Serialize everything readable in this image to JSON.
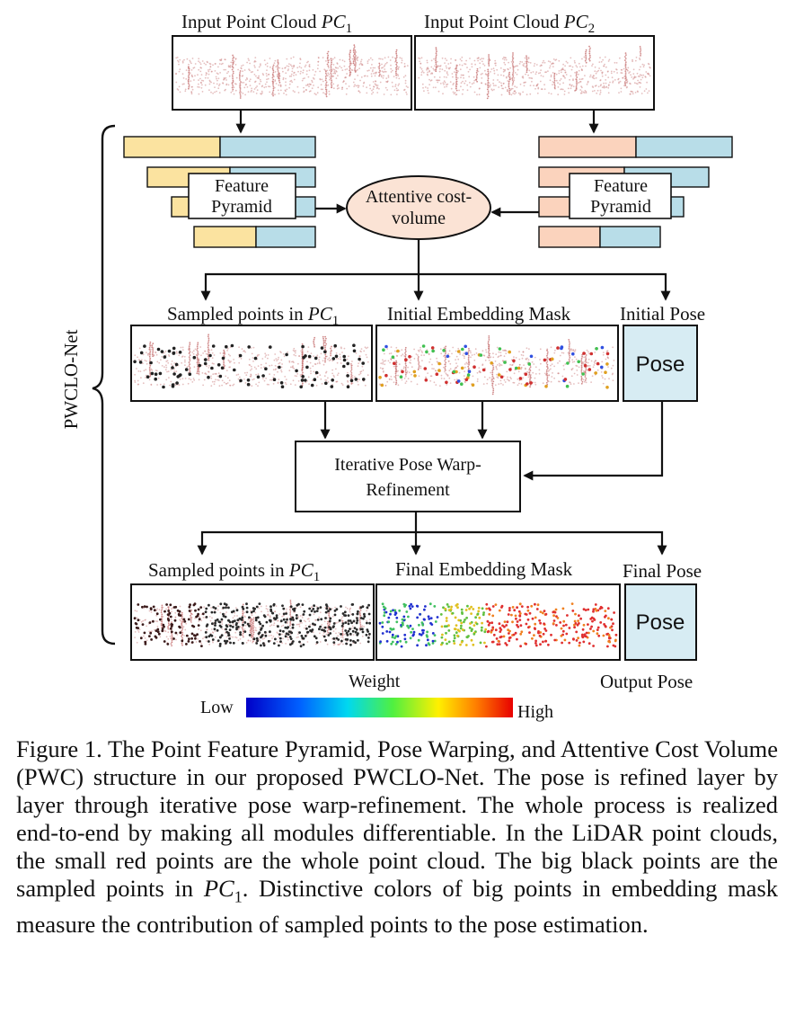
{
  "input_pc1": {
    "prefix": "Input  Point Cloud ",
    "var": "PC",
    "sub": "1"
  },
  "input_pc2": {
    "prefix": "Input  Point Cloud ",
    "var": "PC",
    "sub": "2"
  },
  "feature_pyramid_label_line1": "Feature",
  "feature_pyramid_label_line2": "Pyramid",
  "cost_volume_line1": "Attentive cost-",
  "cost_volume_line2": "volume",
  "sampled_points_label": {
    "prefix": "Sampled points in ",
    "var": "PC",
    "sub": "1"
  },
  "initial_embedding_label": "Initial Embedding Mask",
  "initial_pose_label": "Initial Pose",
  "final_embedding_label": "Final Embedding Mask",
  "final_pose_label": "Final Pose",
  "pose_box_text": "Pose",
  "refinement_line1": "Iterative Pose Warp-",
  "refinement_line2": "Refinement",
  "brace_label": "PWCLO-Net",
  "output_pose": "Output Pose",
  "colorbar": {
    "title": "Weight",
    "low": "Low",
    "high": "High"
  },
  "caption": {
    "part1": "Figure 1. The Point Feature Pyramid, Pose Warping, and Attentive Cost Volume (PWC) structure in our proposed PWCLO-Net. The pose is refined layer by layer through iterative pose warp-refinement. The whole process is realized end-to-end by making all modules differentiable.  In the LiDAR point clouds, the small red points are the whole point cloud.  The big black points are the sampled points in ",
    "var": "PC",
    "sub": "1",
    "part2": ". Distinctive colors of big points in embedding mask measure the contribution of sampled points to the pose estimation."
  },
  "colors": {
    "yellow": "#fbe3a0",
    "blue": "#b8dde8",
    "peach": "#fbd3bd",
    "ellipse": "#fbe3d5",
    "pose_box": "#d7ecf3",
    "cloud": "#c96a6a"
  }
}
